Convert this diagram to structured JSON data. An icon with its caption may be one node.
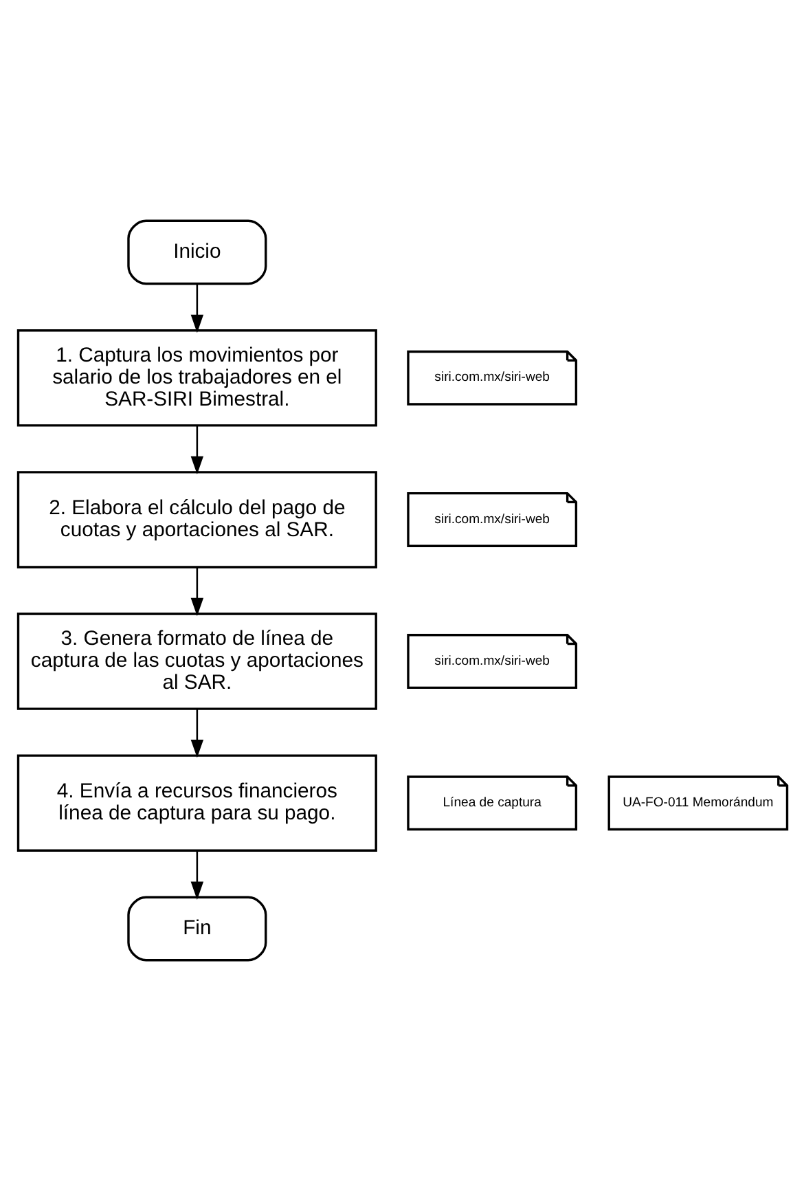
{
  "diagram": {
    "nodes": [
      {
        "text": [
          "Inicio"
        ]
      },
      {
        "text": [
          "1. Captura los movimientos por salario de los trabajadores en el SAR-SIRI Bimestral."
        ]
      },
      {
        "text": [
          "siri.com.mx/siri-web"
        ]
      },
      {
        "text": [
          "2. Elabora el cálculo del pago de cuotas y aportaciones al SAR."
        ]
      },
      {
        "text": [
          "siri.com.mx/siri-web"
        ]
      },
      {
        "text": [
          "3. Genera formato de línea de captura de las cuotas y aportaciones al SAR."
        ]
      },
      {
        "text": [
          "siri.com.mx/siri-web"
        ]
      },
      {
        "text": [
          "4. Envía a recursos financieros línea de captura para su pago."
        ]
      },
      {
        "text": [
          "Línea de captura"
        ]
      },
      {
        "text": [
          "UA-FO-011 Memorándum"
        ]
      },
      {
        "text": [
          "Fin"
        ]
      }
    ],
    "edges": [
      {
        "from": 0,
        "to": 1,
        "arrow": "to"
      },
      {
        "from": 1,
        "to": 3,
        "arrow": "to"
      },
      {
        "from": 3,
        "to": 5,
        "arrow": "to"
      },
      {
        "from": 5,
        "to": 7,
        "arrow": "to"
      },
      {
        "from": 7,
        "to": 10,
        "arrow": "to"
      }
    ]
  }
}
